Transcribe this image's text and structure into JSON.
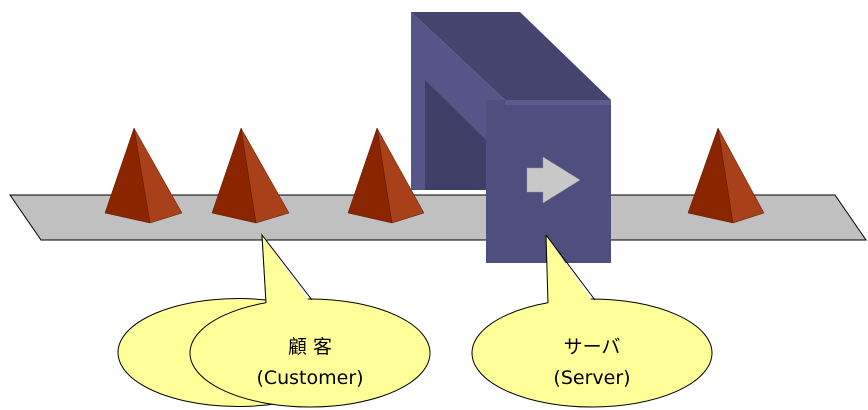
{
  "callouts": {
    "customer": {
      "line1": "顧  客",
      "line2": "(Customer)"
    },
    "server": {
      "line1": "サーバ",
      "line2": "(Server)"
    }
  },
  "colors": {
    "belt_fill": "#c0c0c0",
    "customer_dark": "#8b2500",
    "customer_light": "#a8401a",
    "server_front": "#4f4f7f",
    "server_side": "#3e3e66",
    "server_top": "#6a6aa0",
    "arrow": "#c8c8c8",
    "callout_fill": "#ffff99"
  },
  "icons": [
    "customer-cone-icon",
    "server-machine-icon",
    "arrow-right-icon"
  ]
}
